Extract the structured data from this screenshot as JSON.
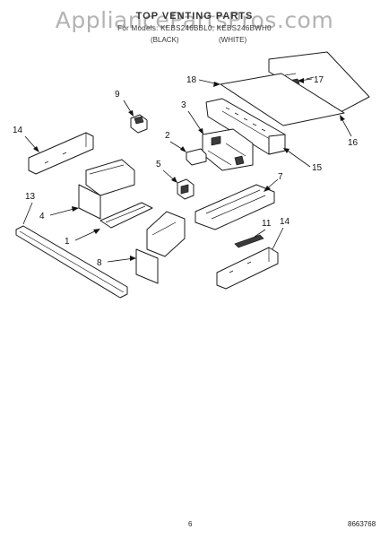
{
  "watermark": "AppliancePartsPros.com",
  "header": {
    "title": "TOP VENTING PARTS",
    "models": "For Models: KEBS246BBL0, KEBS246BWH0",
    "color_left": "(BLACK)",
    "color_right": "(WHITE)"
  },
  "callouts": [
    "1",
    "2",
    "3",
    "4",
    "5",
    "7",
    "8",
    "9",
    "11",
    "13",
    "14",
    "14",
    "15",
    "16",
    "17",
    "18"
  ],
  "footer": {
    "page": "6",
    "doc_number": "8663768"
  }
}
